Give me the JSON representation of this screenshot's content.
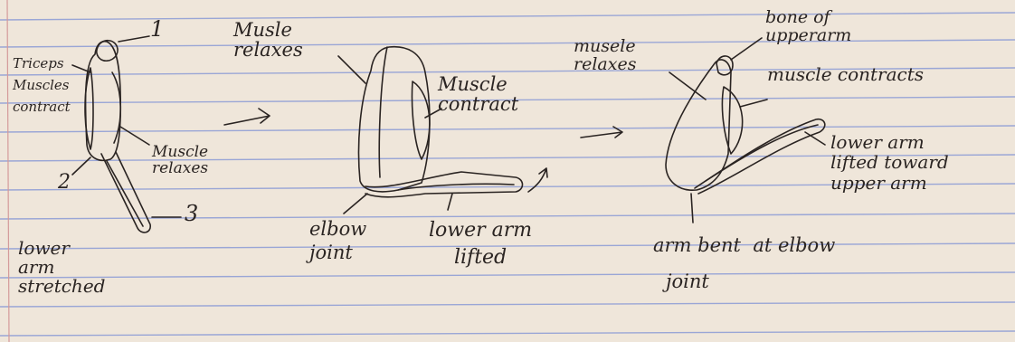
{
  "labels": {
    "n1": "1",
    "triceps": "Triceps\nMuscles\ncontract",
    "muscle_relaxes_1": "Muscle\nrelaxes",
    "n2": "2",
    "n3": "3",
    "lower_arm_stretched": "lower\narm\nstretched",
    "muscle_relaxes_2": "Musle\nrelaxes",
    "muscle_contract_2": "Muscle\ncontract",
    "elbow_joint_2": "elbow\njoint",
    "lower_arm_lifted": "lower arm\nlifted",
    "muscle_relaxes_3": "musele\nrelaxes",
    "bone_upperarm": "bone of\nupperarm",
    "muscle_contracts_3": "muscle contracts",
    "lower_arm_lifted_toward": "lower arm\nlifted toward\nupper arm",
    "arm_bent": "arm bent  at elbow",
    "joint_3": "joint"
  },
  "colors": {
    "paper": "#efe6da",
    "ruled_line": "#9aa6d6",
    "margin_line": "#d49a9a",
    "ink": "#2a2422"
  }
}
